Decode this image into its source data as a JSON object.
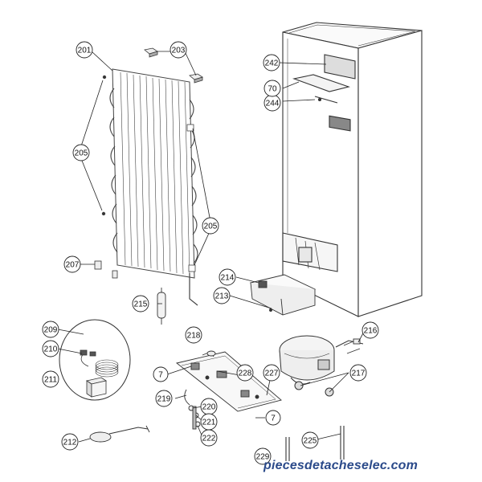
{
  "diagram": {
    "callouts": [
      {
        "id": "c201",
        "label": "201"
      },
      {
        "id": "c203",
        "label": "203"
      },
      {
        "id": "c205a",
        "label": "205"
      },
      {
        "id": "c205b",
        "label": "205"
      },
      {
        "id": "c207",
        "label": "207"
      },
      {
        "id": "c209",
        "label": "209"
      },
      {
        "id": "c210",
        "label": "210"
      },
      {
        "id": "c211",
        "label": "211"
      },
      {
        "id": "c212",
        "label": "212"
      },
      {
        "id": "c213",
        "label": "213"
      },
      {
        "id": "c214",
        "label": "214"
      },
      {
        "id": "c215",
        "label": "215"
      },
      {
        "id": "c216",
        "label": "216"
      },
      {
        "id": "c217",
        "label": "217"
      },
      {
        "id": "c218",
        "label": "218"
      },
      {
        "id": "c219",
        "label": "219"
      },
      {
        "id": "c220",
        "label": "220"
      },
      {
        "id": "c221",
        "label": "221"
      },
      {
        "id": "c222",
        "label": "222"
      },
      {
        "id": "c225",
        "label": "225"
      },
      {
        "id": "c227",
        "label": "227"
      },
      {
        "id": "c228",
        "label": "228"
      },
      {
        "id": "c229",
        "label": "229"
      },
      {
        "id": "c242",
        "label": "242"
      },
      {
        "id": "c244",
        "label": "244"
      },
      {
        "id": "c70",
        "label": "70"
      },
      {
        "id": "c7a",
        "label": "7"
      },
      {
        "id": "c7b",
        "label": "7"
      }
    ],
    "watermark": "piecesdetacheselec.com",
    "colors": {
      "line": "#333333",
      "watermark": "#2b4a8a"
    }
  }
}
